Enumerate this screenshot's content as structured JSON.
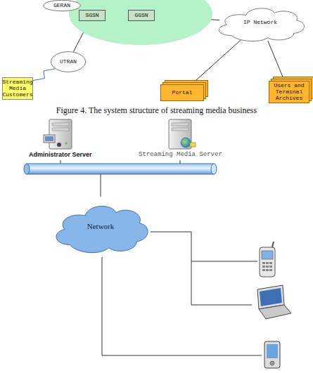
{
  "diagram": {
    "caption": "Figure 4. The system structure of streaming media business",
    "nodes": [
      {
        "text": [
          "GERAN"
        ]
      },
      {
        "text": [
          "SGSN"
        ]
      },
      {
        "text": [
          "GGSN"
        ]
      },
      {
        "text": [
          "IP Network"
        ]
      },
      {
        "text": [
          "UTRAN"
        ]
      },
      {
        "text": [
          "Streaming Media Customers"
        ]
      },
      {
        "text": [
          "Portal"
        ]
      },
      {
        "text": [
          "Users and Terminal Archives"
        ]
      },
      {
        "text": [
          "Administrator Server"
        ]
      },
      {
        "text": [
          "Streaming Media Server"
        ]
      },
      {
        "text": [
          "Network"
        ]
      }
    ],
    "edges": [
      {
        "from": 0,
        "to": 1,
        "arrow": "none"
      },
      {
        "from": 4,
        "to": 1,
        "arrow": "none"
      },
      {
        "from": 1,
        "to": 2,
        "arrow": "none"
      },
      {
        "from": 2,
        "to": 3,
        "arrow": "none"
      },
      {
        "from": 4,
        "to": 5,
        "arrow": "none"
      },
      {
        "from": 3,
        "to": 6,
        "arrow": "none"
      },
      {
        "from": 3,
        "to": 7,
        "arrow": "none"
      }
    ]
  }
}
